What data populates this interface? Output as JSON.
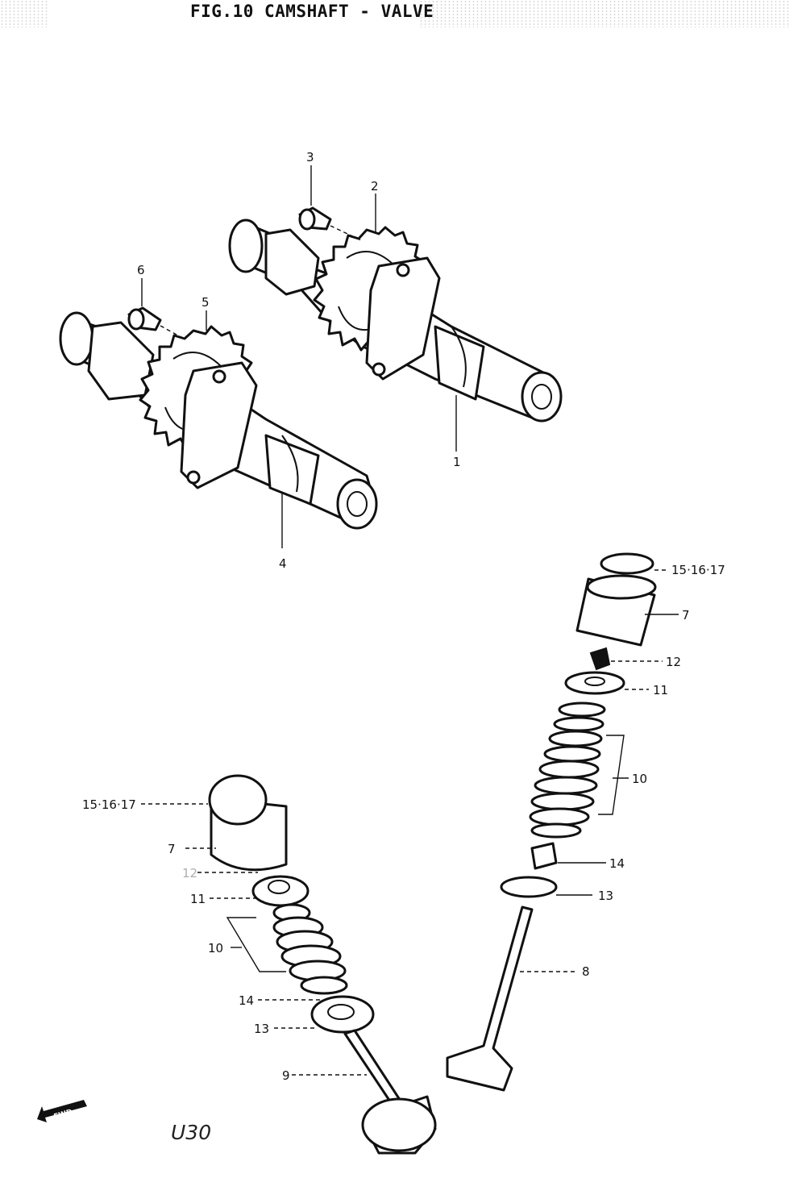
{
  "title": "FIG.10  CAMSHAFT - VALVE",
  "model_code": "U30",
  "fwd_icon": "FWD",
  "labels": {
    "p1": "1",
    "p2": "2",
    "p3": "3",
    "p4": "4",
    "p5": "5",
    "p6": "6",
    "p7r": "7",
    "p7l": "7",
    "p8": "8",
    "p9": "9",
    "p10r": "10",
    "p10l": "10",
    "p11r": "11",
    "p11l": "11",
    "p12r": "12",
    "p12l": "12",
    "p13r": "13",
    "p13l": "13",
    "p14r": "14",
    "p14l": "14",
    "shim_r": "15·16·17",
    "shim_l": "15·16·17"
  }
}
